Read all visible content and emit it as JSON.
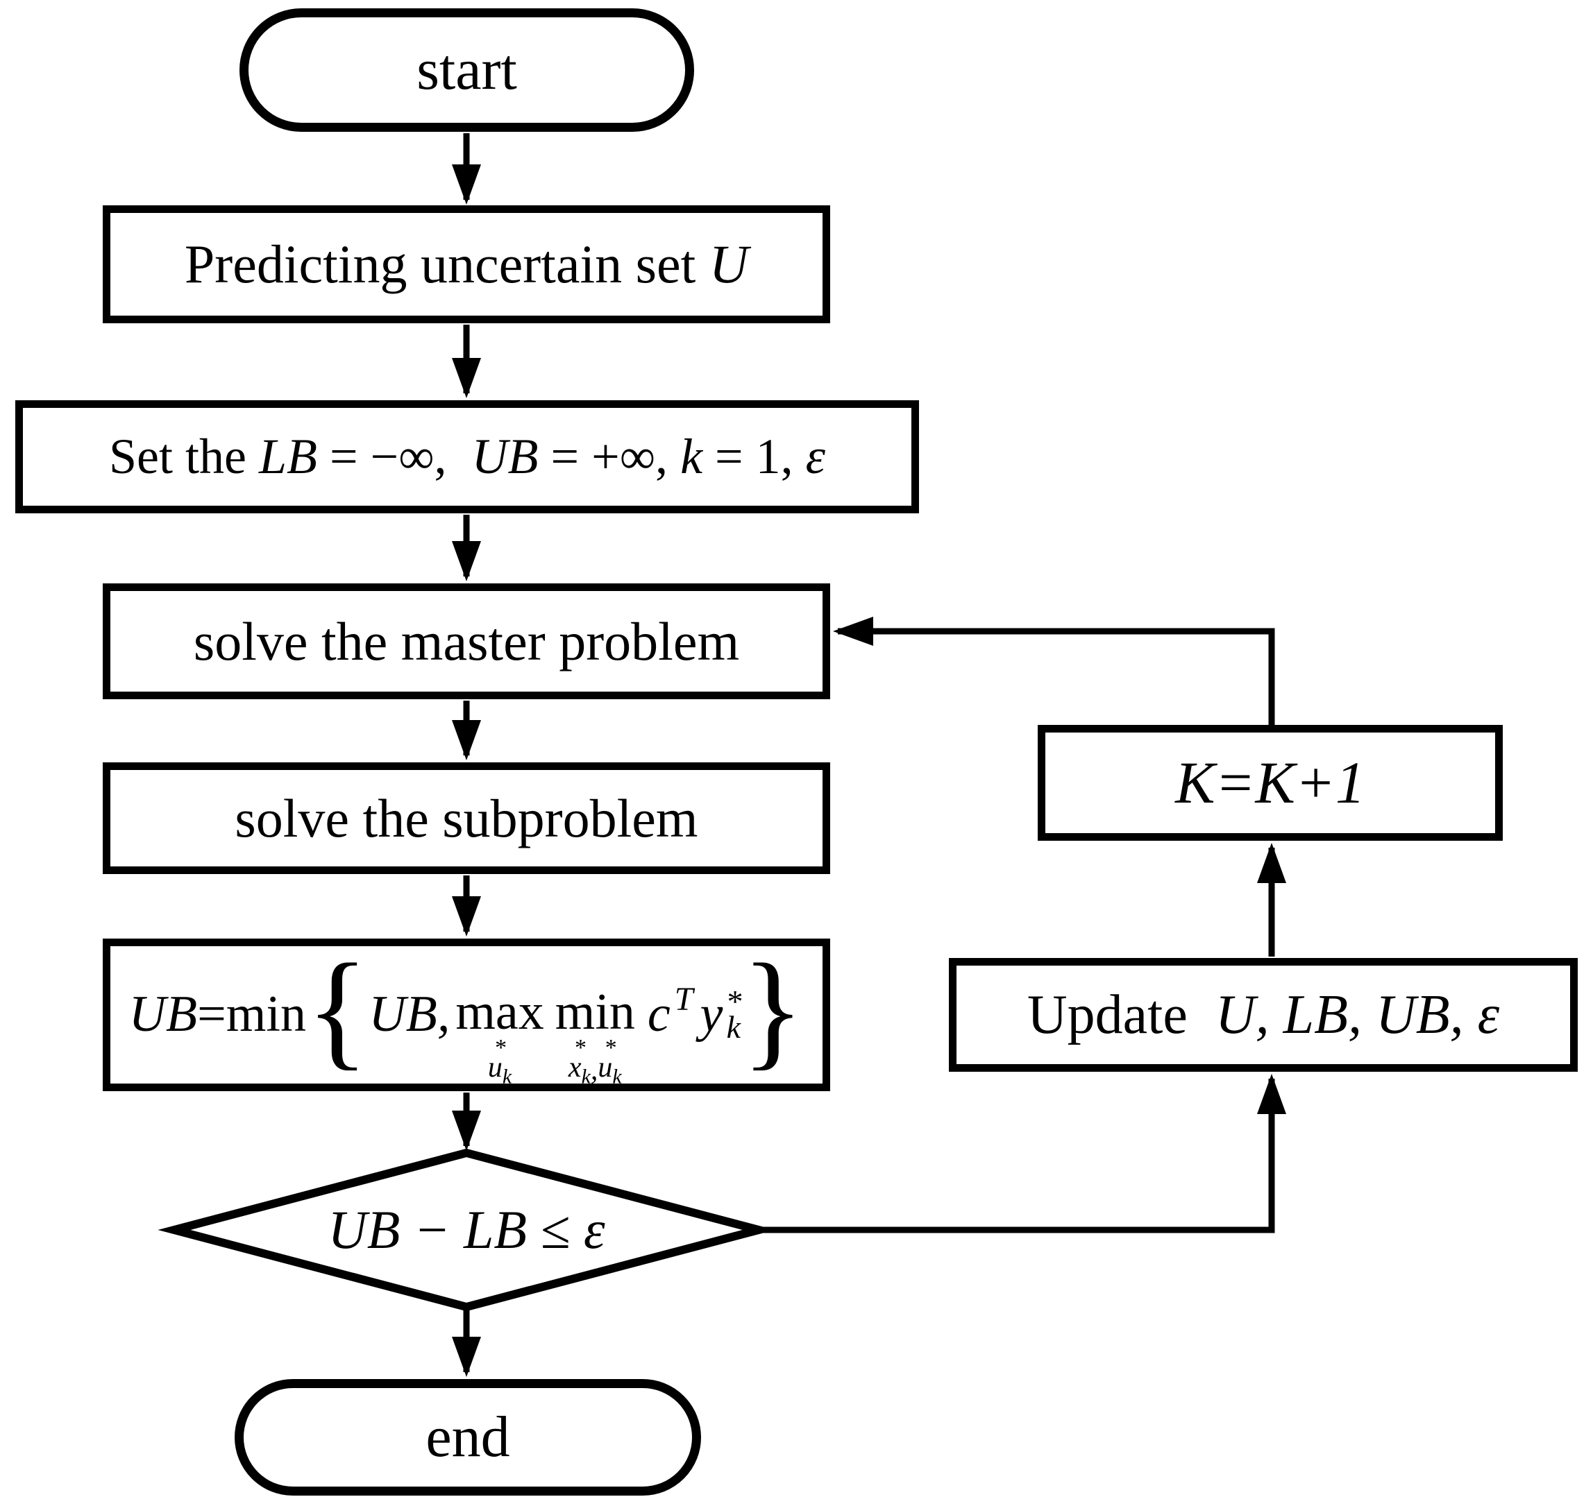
{
  "colors": {
    "ink": "#000000",
    "paper": "#ffffff"
  },
  "flowchart": {
    "nodes": {
      "start": {
        "label": "start"
      },
      "predict": {
        "runs": [
          {
            "text": "Predicting uncertain set "
          },
          {
            "text": "U"
          }
        ]
      },
      "init": {
        "runs": [
          {
            "text": "Set the "
          },
          {
            "text": "LB"
          },
          {
            "text": " = −∞,  "
          },
          {
            "text": "UB"
          },
          {
            "text": " = +∞, "
          },
          {
            "text": "k"
          },
          {
            "text": " = 1, "
          },
          {
            "text": "ε"
          }
        ]
      },
      "master": {
        "label": "solve the master problem"
      },
      "subproblem": {
        "label": "solve the subproblem"
      },
      "formula": {
        "lhs": "UB",
        "rel": " = ",
        "outer_min": "min",
        "open": "{",
        "first_arg": "UB,",
        "max_op": "max",
        "max_under_star": "*",
        "max_under_base": "u",
        "max_under_sub": "k",
        "min_op": "min",
        "minu1_star": "*",
        "minu1_base": "x",
        "minu1_sub": "k",
        "minu_comma": ",",
        "minu2_star": "*",
        "minu2_base": "u",
        "minu2_sub": "k",
        "coeff": "c",
        "coeff_sup": "T",
        "var": "y",
        "var_sup": "*",
        "var_sub": "k",
        "close": "}"
      },
      "decision": {
        "label": "UB − LB ≤ ε"
      },
      "kplus": {
        "label": "K=K+1"
      },
      "update": {
        "runs": [
          {
            "text": "Update  "
          },
          {
            "text": "U, LB, UB, ε"
          }
        ]
      },
      "end": {
        "label": "end"
      }
    }
  }
}
